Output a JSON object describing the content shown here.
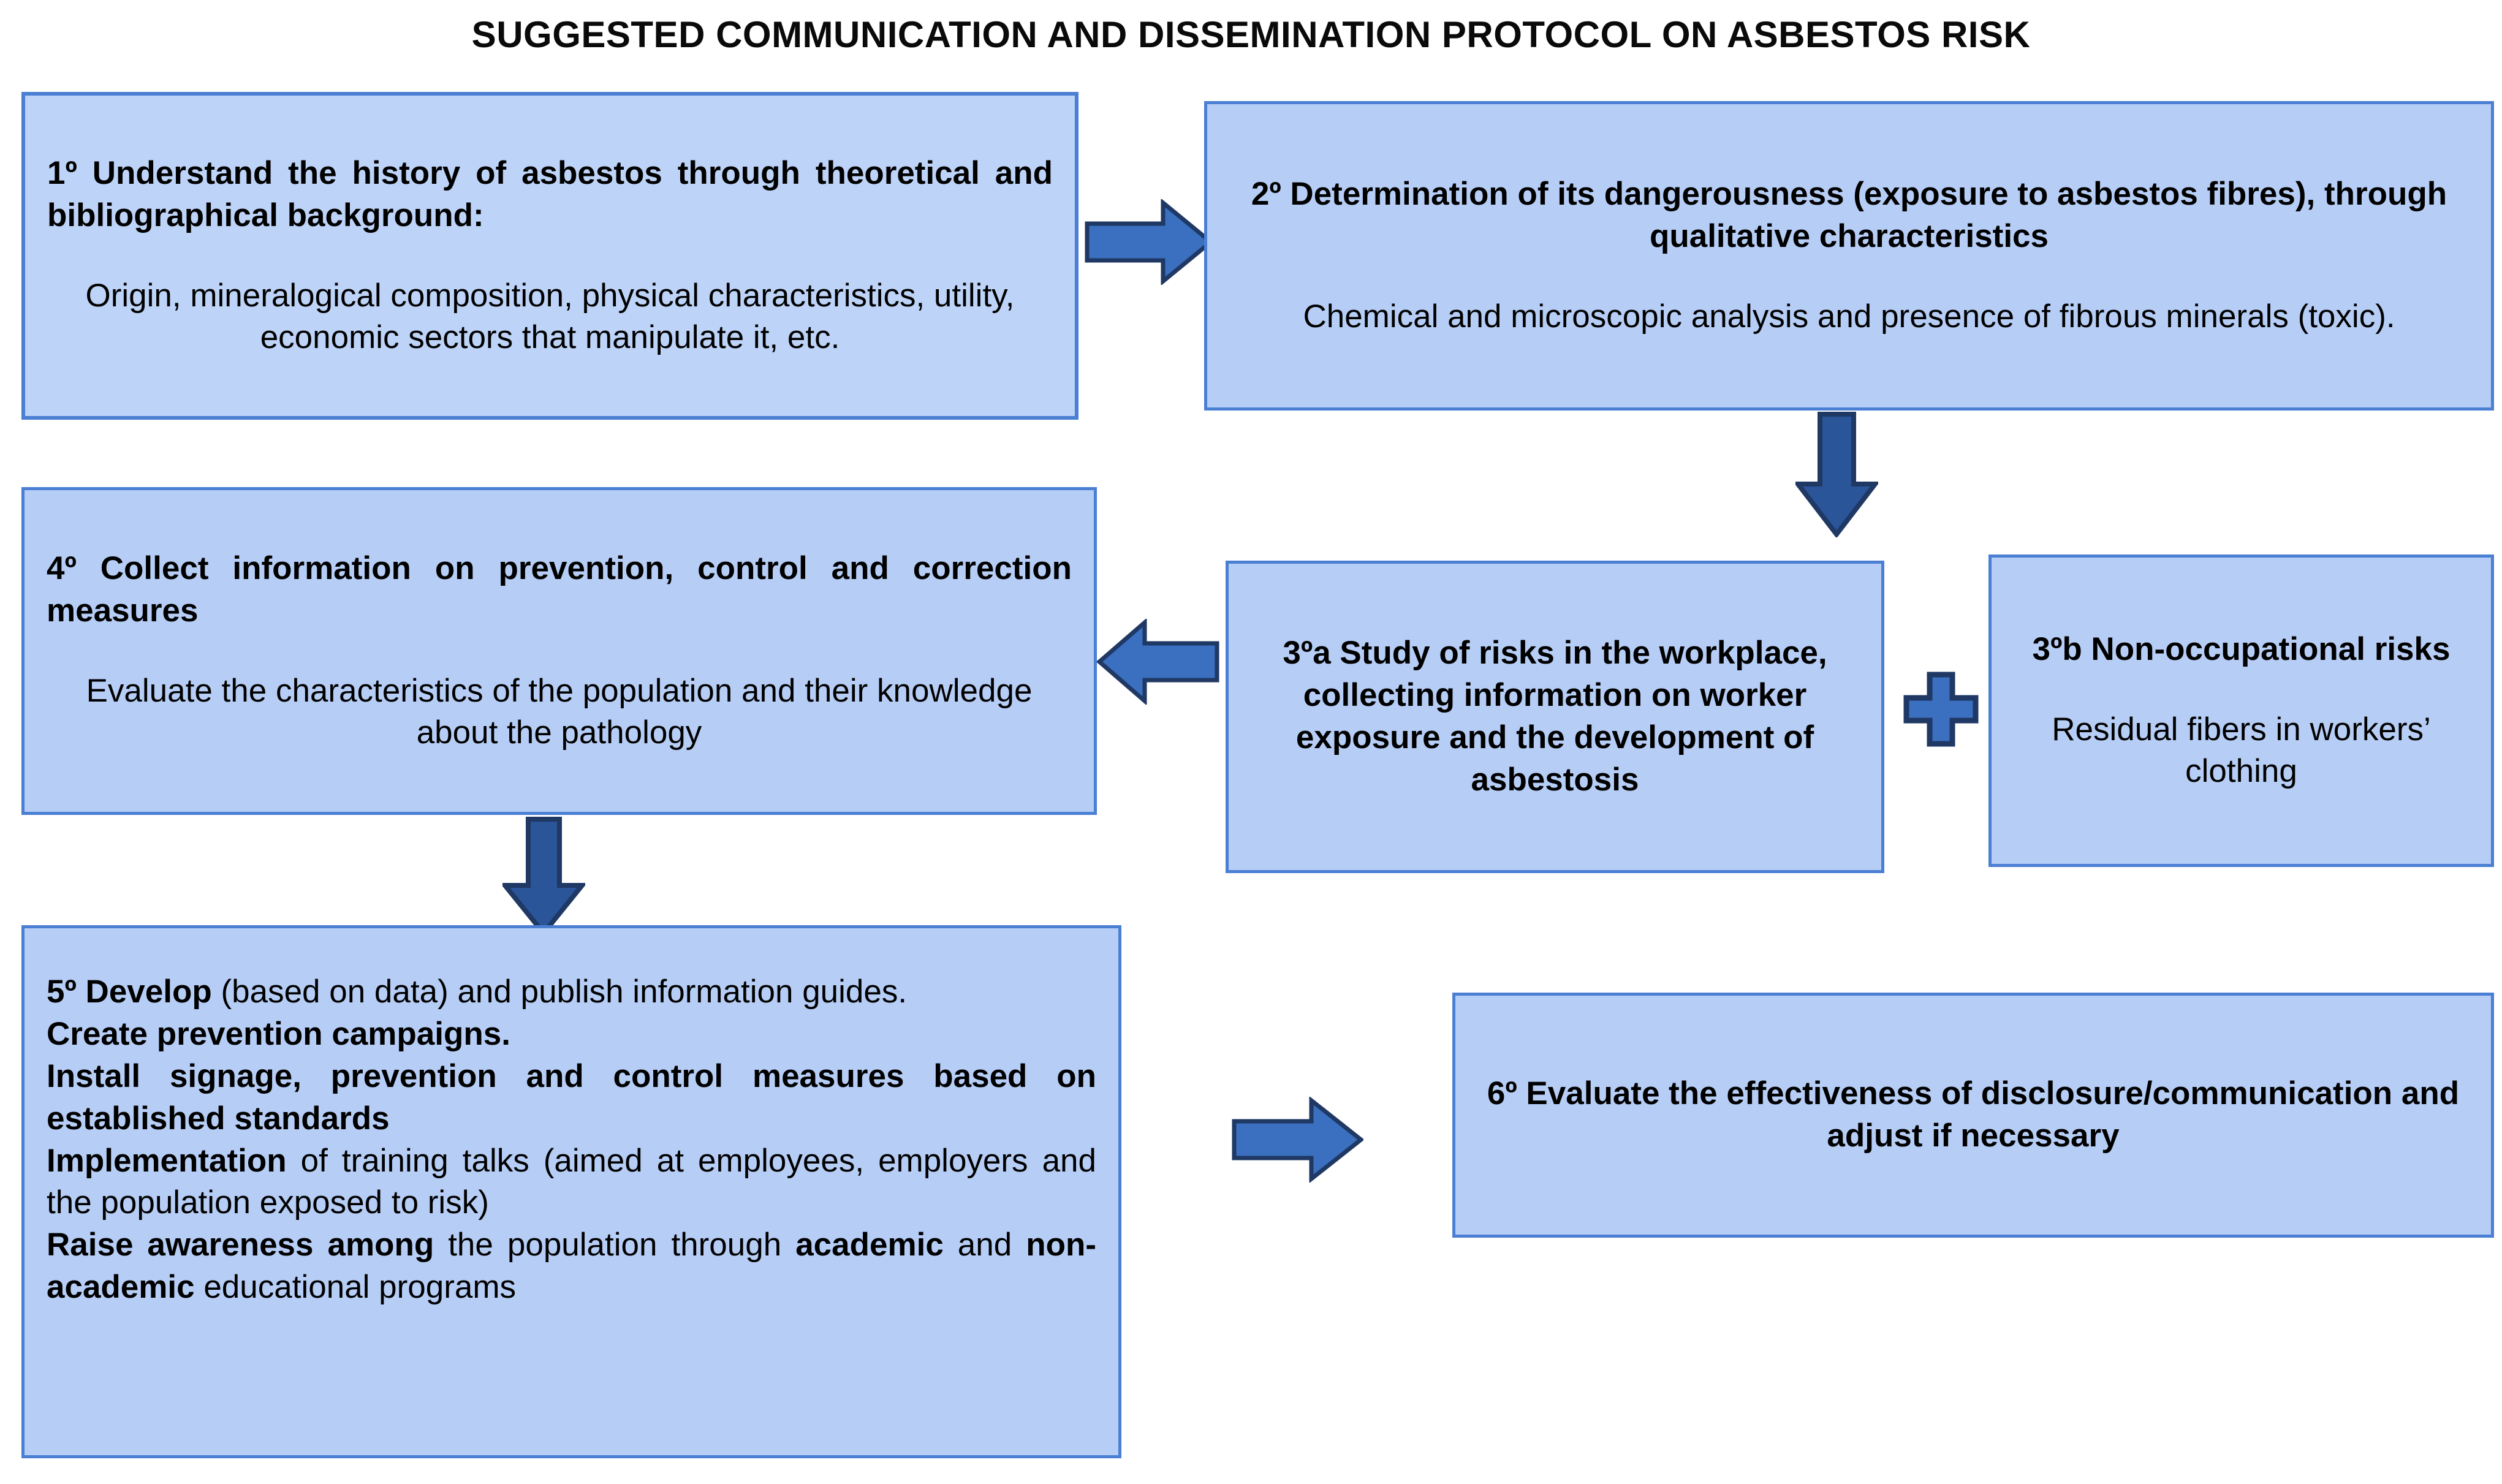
{
  "title": "SUGGESTED COMMUNICATION AND DISSEMINATION PROTOCOL ON ASBESTOS RISK",
  "colors": {
    "box_fill": "#b6cdf5",
    "box_fill_light": "#bdd3f7",
    "box_border": "#4a7fd4",
    "arrow_fill": "#3b6fbf",
    "arrow_fill_dark": "#2a5599",
    "arrow_stroke": "#1f3864",
    "text": "#000000",
    "page_background": "#ffffff"
  },
  "boxes": {
    "step1": {
      "heading": "1º Understand the history of asbestos through theoretical and bibliographical background:",
      "body": "Origin, mineralogical composition, physical characteristics, utility, economic sectors that manipulate it, etc."
    },
    "step2": {
      "heading": "2º Determination of its dangerousness (exposure to asbestos fibres), through qualitative characteristics",
      "body": "Chemical and microscopic analysis and presence of fibrous minerals (toxic)."
    },
    "step3a": {
      "heading": "3ºa Study of risks in the workplace, collecting information on worker exposure and the development of asbestosis"
    },
    "step3b": {
      "heading": "3ºb Non-occupational risks",
      "body": "Residual fibers in workers’ clothing"
    },
    "step4": {
      "heading": "4º Collect information on prevention, control and correction measures",
      "body": "Evaluate the characteristics of the population and their knowledge about the pathology"
    },
    "step5": {
      "line1_bold": "5º Develop",
      "line1_rest": " (based on data) and publish information guides.",
      "line2_bold": "Create prevention campaigns.",
      "line3_bold": "Install signage, prevention and control measures based on established standards",
      "line4_bold": "Implementation",
      "line4_rest": " of training talks (aimed at employees, employers and the population exposed to risk)",
      "line5_bold_a": "Raise awareness among",
      "line5_mid": " the population through ",
      "line5_bold_b": "academic",
      "line5_mid2": " and ",
      "line5_bold_c": "non-academic",
      "line5_end": " educational programs"
    },
    "step6": {
      "heading": "6º Evaluate the effectiveness of disclosure/communication and adjust if necessary"
    }
  },
  "connectors": {
    "arrow_1_to_2": "right-arrow",
    "arrow_2_to_3a": "down-arrow",
    "arrow_3a_to_4": "left-arrow",
    "arrow_4_to_5": "down-arrow",
    "arrow_5_to_6": "right-arrow",
    "plus_3a_3b": "plus-sign"
  }
}
